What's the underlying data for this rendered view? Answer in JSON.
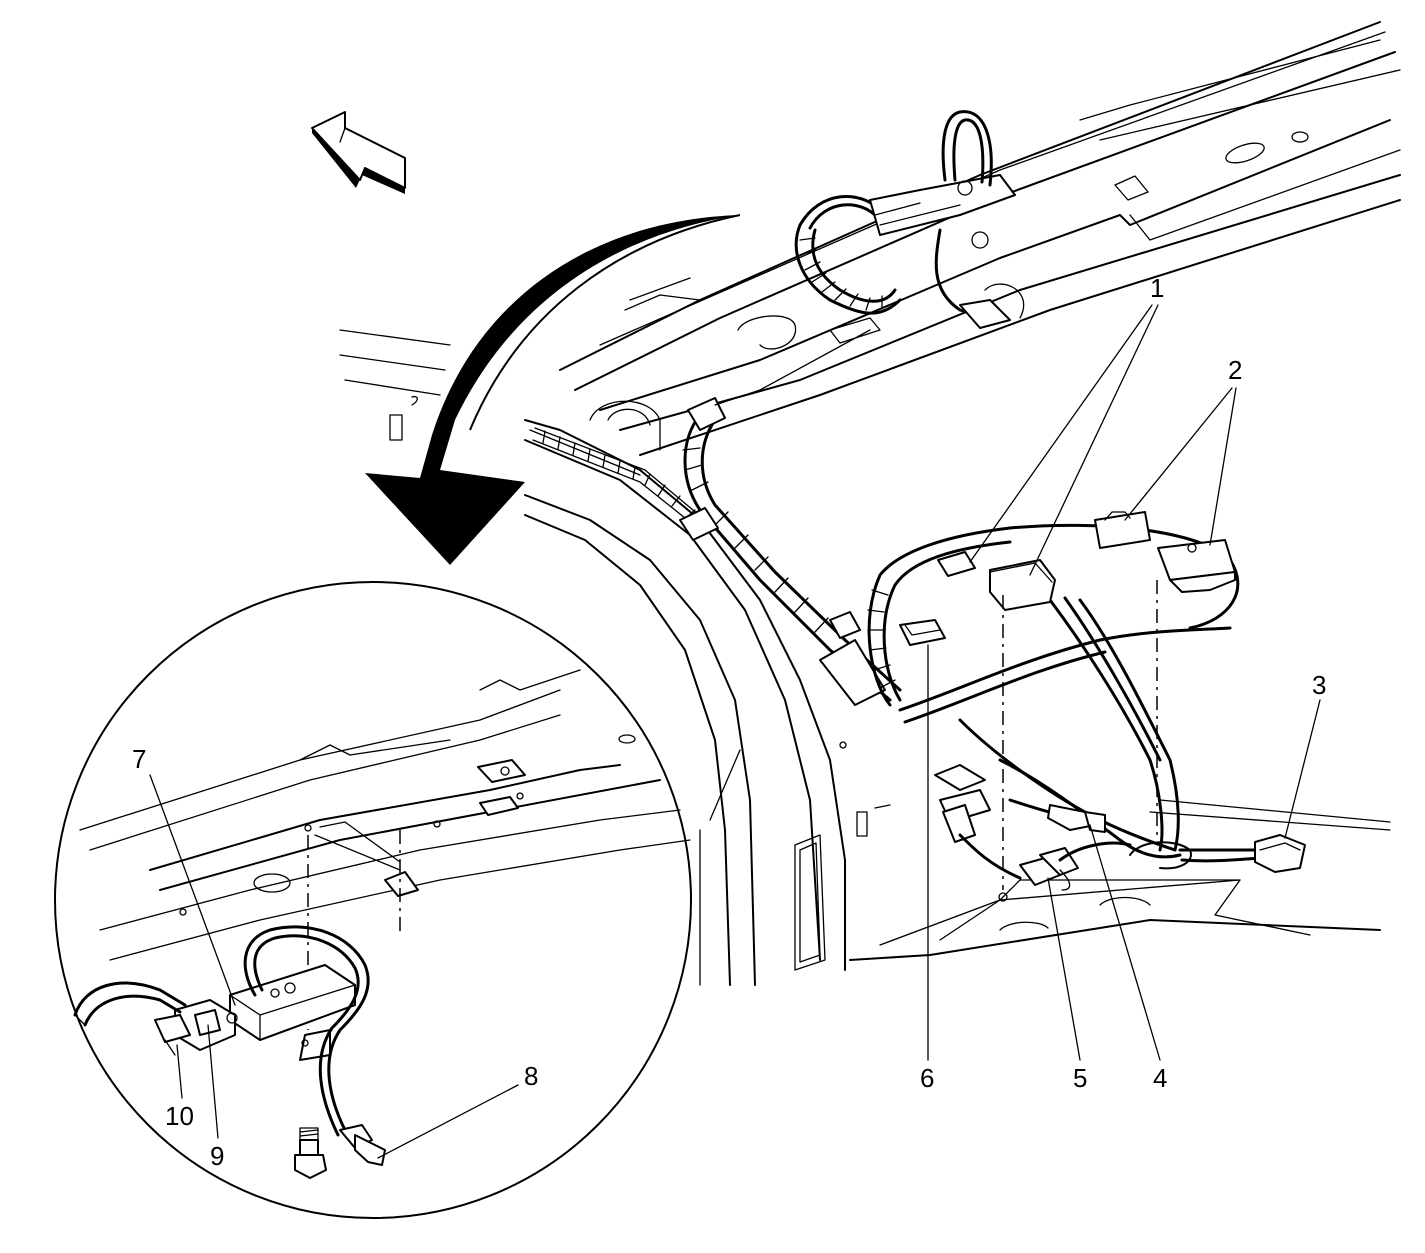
{
  "diagram": {
    "callouts": [
      {
        "id": "1",
        "label": "1"
      },
      {
        "id": "2",
        "label": "2"
      },
      {
        "id": "3",
        "label": "3"
      },
      {
        "id": "4",
        "label": "4"
      },
      {
        "id": "5",
        "label": "5"
      },
      {
        "id": "6",
        "label": "6"
      },
      {
        "id": "7",
        "label": "7"
      },
      {
        "id": "8",
        "label": "8"
      },
      {
        "id": "9",
        "label": "9"
      },
      {
        "id": "10",
        "label": "10"
      }
    ],
    "icons": {
      "direction_arrow": "forward-view-arrow-icon",
      "detail_arrow": "detail-view-arrow-icon",
      "fastener": "bolt-icon"
    }
  }
}
